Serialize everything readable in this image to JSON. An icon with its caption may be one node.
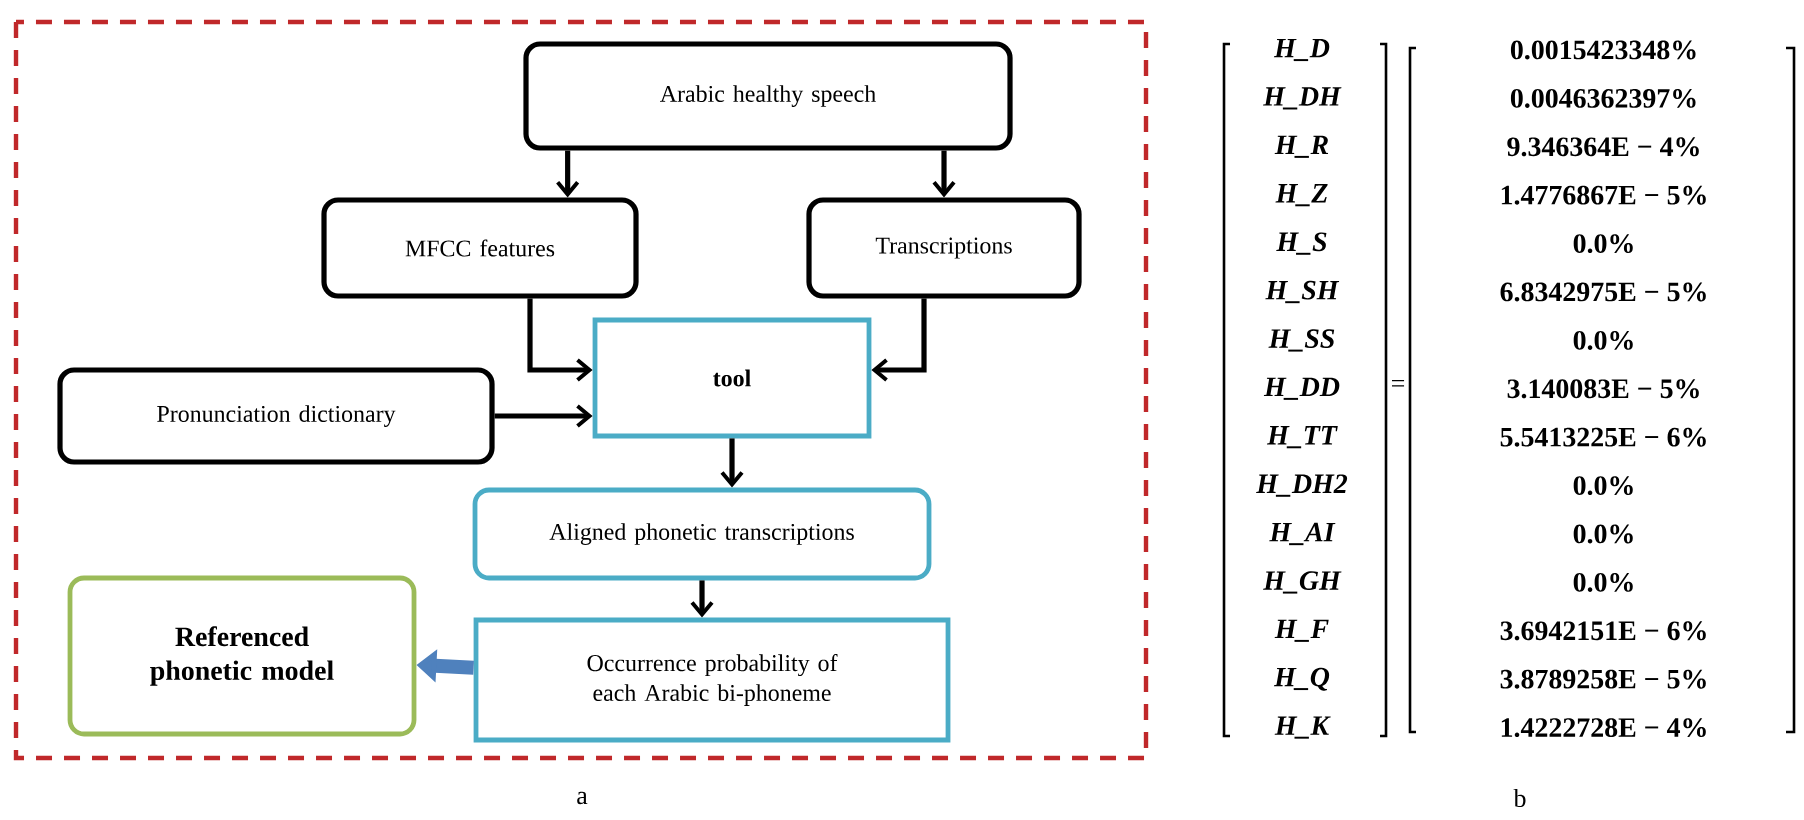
{
  "diagram": {
    "nodes": [
      {
        "text": [
          "Arabic healthy speech"
        ]
      },
      {
        "text": [
          "MFCC features"
        ]
      },
      {
        "text": [
          "Transcriptions"
        ]
      },
      {
        "text": [
          "tool"
        ]
      },
      {
        "text": [
          "Pronunciation dictionary"
        ]
      },
      {
        "text": [
          "Aligned phonetic transcriptions"
        ]
      },
      {
        "text": [
          "Referenced phonetic model"
        ]
      },
      {
        "text": [
          "Occurrence probability of each Arabic bi-phoneme"
        ]
      }
    ],
    "edges": [
      {
        "from": 0,
        "to": 1,
        "arrow": "to"
      },
      {
        "from": 0,
        "to": 2,
        "arrow": "to"
      },
      {
        "from": 1,
        "to": 3,
        "arrow": "to"
      },
      {
        "from": 2,
        "to": 3,
        "arrow": "to"
      },
      {
        "from": 4,
        "to": 3,
        "arrow": "to"
      },
      {
        "from": 3,
        "to": 5,
        "arrow": "to"
      },
      {
        "from": 5,
        "to": 7,
        "arrow": "to"
      },
      {
        "from": 7,
        "to": 6,
        "arrow": "to",
        "style": "thick",
        "color": "#4f81bd"
      }
    ],
    "labels": [
      "a",
      "b",
      "=",
      "H_D",
      "0.0015423348%",
      "H_DH",
      "0.0046362397%",
      "H_R",
      "9.346364E − 4%",
      "H_Z",
      "1.4776867E − 5%",
      "H_S",
      "0.0%",
      "H_SH",
      "6.8342975E − 5%",
      "H_SS",
      "0.0%",
      "H_DD",
      "3.140083E − 5%",
      "H_TT",
      "5.5413225E − 6%",
      "H_DH2",
      "0.0%",
      "H_AI",
      "0.0%",
      "H_GH",
      "0.0%",
      "H_F",
      "3.6942151E − 6%",
      "H_Q",
      "3.8789258E − 5%",
      "H_K",
      "1.4222728E − 4%"
    ]
  }
}
